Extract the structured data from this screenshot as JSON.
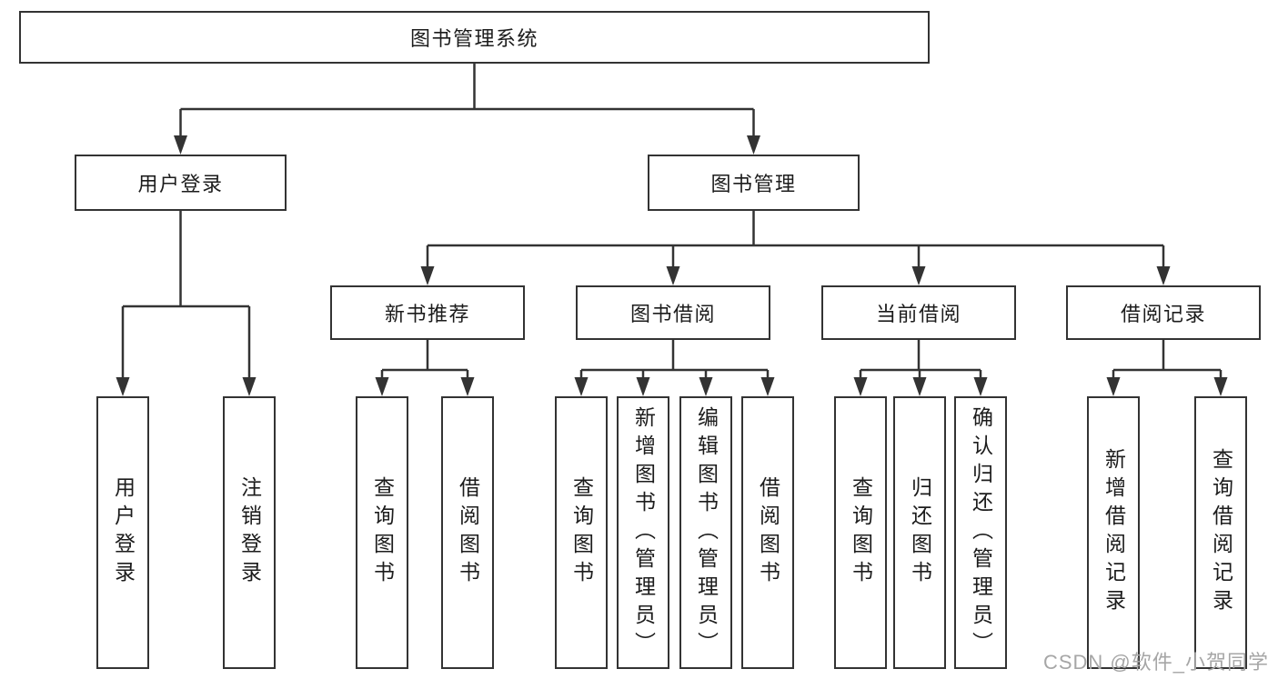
{
  "colors": {
    "line": "#333333",
    "text": "#1c1c1c",
    "watermark": "#a6a6a6",
    "bg": "#ffffff"
  },
  "watermark": "CSDN @软件_小贺同学",
  "nodes": {
    "root": "图书管理系统",
    "level2": {
      "user_login": "用户登录",
      "book_mgmt": "图书管理"
    },
    "level3": {
      "new_books": "新书推荐",
      "book_borrow": "图书借阅",
      "current_borrow": "当前借阅",
      "borrow_records": "借阅记录"
    },
    "leaves": {
      "user_login": {
        "login": "用户登录",
        "logout": "注销登录"
      },
      "new_books": {
        "query": "查询图书",
        "borrow": "借阅图书"
      },
      "book_borrow": {
        "query": "查询图书",
        "add": "新增图书（管理员）",
        "edit": "编辑图书（管理员）",
        "borrow": "借阅图书"
      },
      "current_borrow": {
        "query": "查询图书",
        "return": "归还图书",
        "confirm": "确认归还（管理员）"
      },
      "borrow_records": {
        "add": "新增借阅记录",
        "query": "查询借阅记录"
      }
    }
  }
}
